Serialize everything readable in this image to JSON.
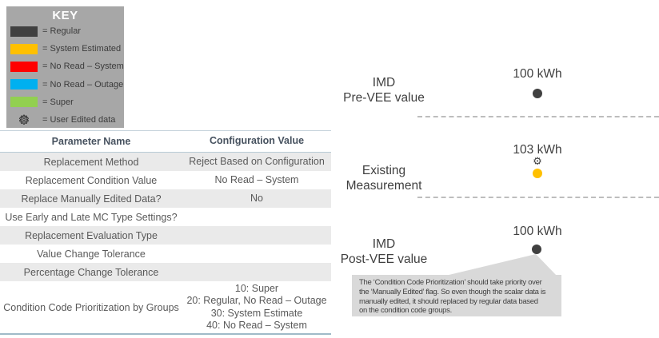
{
  "key": {
    "title": "KEY",
    "items": [
      {
        "label": "= Regular",
        "color": "#404040",
        "type": "swatch"
      },
      {
        "label": "= System Estimated",
        "color": "#ffc000",
        "type": "swatch"
      },
      {
        "label": "= No Read – System",
        "color": "#ff0000",
        "type": "swatch"
      },
      {
        "label": "= No Read – Outage",
        "color": "#00b0f0",
        "type": "swatch"
      },
      {
        "label": "= Super",
        "color": "#92d050",
        "type": "swatch"
      },
      {
        "label": "= User Edited data",
        "glyph": "⚙",
        "type": "icon",
        "icon": "gear-icon"
      }
    ]
  },
  "table": {
    "headers": [
      "Parameter Name",
      "Configuration Value"
    ],
    "rows": [
      {
        "param": "Replacement Method",
        "value": "Reject Based on Configuration"
      },
      {
        "param": "Replacement Condition Value",
        "value": "No Read – System"
      },
      {
        "param": "Replace Manually Edited Data?",
        "value": "No"
      },
      {
        "param": "Use Early and Late MC Type Settings?",
        "value": ""
      },
      {
        "param": "Replacement Evaluation Type",
        "value": ""
      },
      {
        "param": "Value Change Tolerance",
        "value": ""
      },
      {
        "param": "Percentage Change Tolerance",
        "value": ""
      },
      {
        "param": "Condition Code Prioritization by Groups",
        "value": "10: Super\n20: Regular, No Read – Outage\n30: System Estimate\n40: No Read – System"
      }
    ]
  },
  "diagram": {
    "sections": [
      {
        "label_line1": "IMD",
        "label_line2": "Pre-VEE value",
        "value": "100 kWh",
        "marker": "regular"
      },
      {
        "label_line1": "Existing",
        "label_line2": "Measurement",
        "value": "103 kWh",
        "marker": "system-estimated-user-edited"
      },
      {
        "label_line1": "IMD",
        "label_line2": "Post-VEE value",
        "value": "100 kWh",
        "marker": "regular"
      }
    ],
    "callout": {
      "lines": [
        "The ‘Condition Code Prioritization’ should take priority over",
        "the ‘Manually Edited’ flag.  So even though the scalar data is",
        "manually edited, it should replaced by regular data based",
        "on the condition code groups."
      ]
    }
  },
  "icons": {
    "gear_glyph": "⚙"
  },
  "colors": {
    "regular": "#404040",
    "system_estimated": "#ffc000",
    "callout_bg": "#d9d9d9",
    "key_bg": "#a7a7a7"
  }
}
